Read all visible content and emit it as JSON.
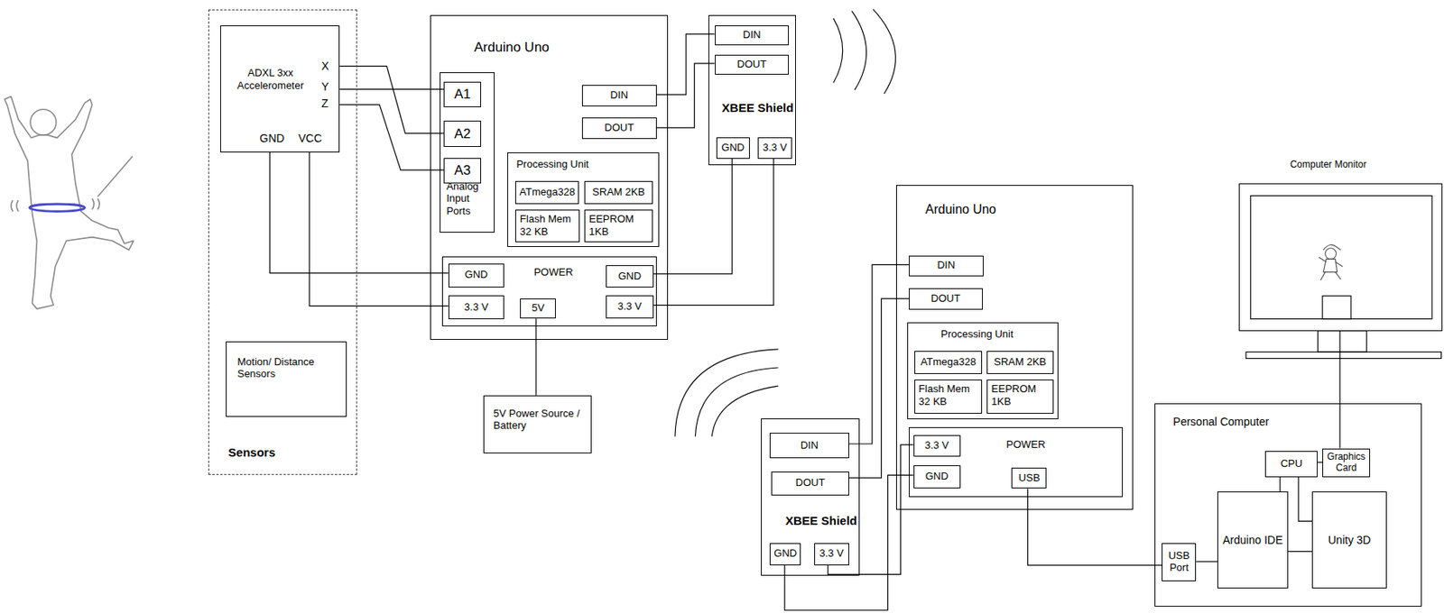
{
  "diagram": {
    "nodes": [
      {
        "text": [
          "Sensors"
        ]
      },
      {
        "text": [
          "ADXL 3xx Accelerometer"
        ],
        "in": 0
      },
      {
        "text": [
          "Motion/ Distance Sensors"
        ],
        "in": 0
      },
      {
        "text": [
          "Arduino Uno"
        ]
      },
      {
        "text": [
          "Analog Input Ports"
        ],
        "in": 3
      },
      {
        "text": [
          "A1"
        ],
        "in": 4
      },
      {
        "text": [
          "A2"
        ],
        "in": 4
      },
      {
        "text": [
          "A3"
        ],
        "in": 4
      },
      {
        "text": [
          "DIN"
        ],
        "in": 3
      },
      {
        "text": [
          "DOUT"
        ],
        "in": 3
      },
      {
        "text": [
          "Processing Unit"
        ],
        "in": 3
      },
      {
        "text": [
          "ATmega328"
        ],
        "in": 10
      },
      {
        "text": [
          "SRAM 2KB"
        ],
        "in": 10
      },
      {
        "text": [
          "Flash Mem 32 KB"
        ],
        "in": 10
      },
      {
        "text": [
          "EEPROM 1KB"
        ],
        "in": 10
      },
      {
        "text": [
          "POWER"
        ],
        "in": 3
      },
      {
        "text": [
          "GND"
        ],
        "in": 15
      },
      {
        "text": [
          "3.3 V"
        ],
        "in": 15
      },
      {
        "text": [
          "5V"
        ],
        "in": 15
      },
      {
        "text": [
          "GND"
        ],
        "in": 15
      },
      {
        "text": [
          "3.3 V"
        ],
        "in": 15
      },
      {
        "text": [
          "XBEE Shield"
        ]
      },
      {
        "text": [
          "DIN"
        ],
        "in": 21
      },
      {
        "text": [
          "DOUT"
        ],
        "in": 21
      },
      {
        "text": [
          "GND"
        ],
        "in": 21
      },
      {
        "text": [
          "3.3 V"
        ],
        "in": 21
      },
      {
        "text": [
          "5V Power Source / Battery"
        ]
      },
      {
        "text": [
          "Arduino Uno"
        ]
      },
      {
        "text": [
          "DIN"
        ],
        "in": 27
      },
      {
        "text": [
          "DOUT"
        ],
        "in": 27
      },
      {
        "text": [
          "Processing Unit"
        ],
        "in": 27
      },
      {
        "text": [
          "ATmega328"
        ],
        "in": 30
      },
      {
        "text": [
          "SRAM 2KB"
        ],
        "in": 30
      },
      {
        "text": [
          "Flash Mem 32 KB"
        ],
        "in": 30
      },
      {
        "text": [
          "EEPROM 1KB"
        ],
        "in": 30
      },
      {
        "text": [
          "POWER"
        ],
        "in": 27
      },
      {
        "text": [
          "3.3 V"
        ],
        "in": 35
      },
      {
        "text": [
          "GND"
        ],
        "in": 35
      },
      {
        "text": [
          "USB"
        ],
        "in": 35
      },
      {
        "text": [
          "XBEE Shield"
        ]
      },
      {
        "text": [
          "DIN"
        ],
        "in": 39
      },
      {
        "text": [
          "DOUT"
        ],
        "in": 39
      },
      {
        "text": [
          "GND"
        ],
        "in": 39
      },
      {
        "text": [
          "3.3 V"
        ],
        "in": 39
      },
      {
        "text": [
          "Computer Monitor"
        ]
      },
      {
        "text": [
          "Personal Computer"
        ]
      },
      {
        "text": [
          "CPU"
        ],
        "in": 45
      },
      {
        "text": [
          "Graphics Card"
        ],
        "in": 45
      },
      {
        "text": [
          "Arduino IDE"
        ],
        "in": 45
      },
      {
        "text": [
          "Unity 3D"
        ],
        "in": 45
      },
      {
        "text": [
          "USB Port"
        ],
        "in": 45
      }
    ],
    "edges": [
      {
        "from": 1,
        "to": 6,
        "arrow": "none"
      },
      {
        "from": 1,
        "to": 5,
        "arrow": "none"
      },
      {
        "from": 1,
        "to": 7,
        "arrow": "none"
      },
      {
        "from": 1,
        "to": 16,
        "arrow": "none"
      },
      {
        "from": 1,
        "to": 17,
        "arrow": "none"
      },
      {
        "from": 18,
        "to": 26,
        "arrow": "none"
      },
      {
        "from": 8,
        "to": 22,
        "arrow": "none"
      },
      {
        "from": 9,
        "to": 23,
        "arrow": "none"
      },
      {
        "from": 19,
        "to": 24,
        "arrow": "none"
      },
      {
        "from": 20,
        "to": 25,
        "arrow": "none"
      },
      {
        "from": 40,
        "to": 28,
        "arrow": "none"
      },
      {
        "from": 41,
        "to": 29,
        "arrow": "none"
      },
      {
        "from": 43,
        "to": 36,
        "arrow": "none"
      },
      {
        "from": 42,
        "to": 37,
        "arrow": "none"
      },
      {
        "from": 38,
        "to": 50,
        "arrow": "none"
      },
      {
        "from": 50,
        "to": 48,
        "arrow": "none"
      },
      {
        "from": 48,
        "to": 49,
        "arrow": "none"
      },
      {
        "from": 46,
        "to": 48,
        "arrow": "none"
      },
      {
        "from": 46,
        "to": 49,
        "arrow": "none"
      },
      {
        "from": 46,
        "to": 47,
        "arrow": "none"
      },
      {
        "from": 47,
        "to": 44,
        "arrow": "none"
      }
    ],
    "labels": [
      "X",
      "Y",
      "Z",
      "GND",
      "VCC"
    ]
  }
}
